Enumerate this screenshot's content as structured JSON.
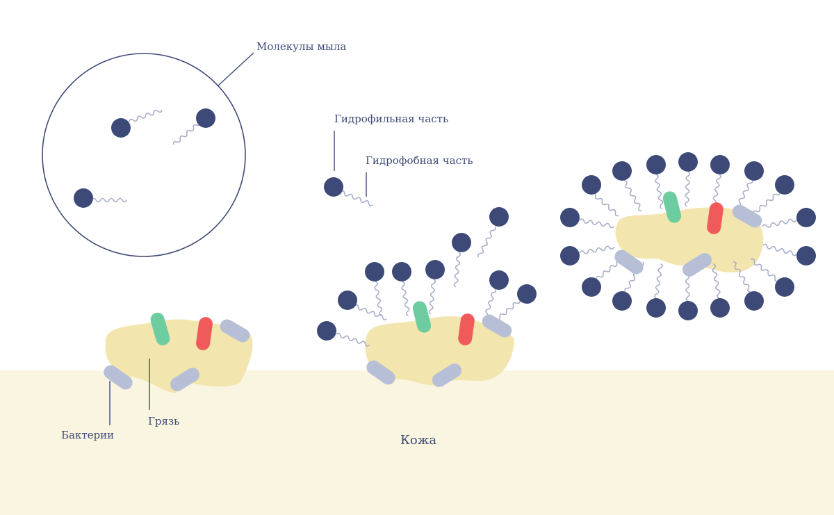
{
  "labels": {
    "soap_molecules": "Молекулы мыла",
    "hydrophilic": "Гидрофильная часть",
    "hydrophobic": "Гидрофобная часть",
    "bacteria": "Бактерии",
    "dirt": "Грязь",
    "skin": "Кожа"
  },
  "colors": {
    "skin": "#faf5e0",
    "dirt": "#f3e5ae",
    "molecule_head": "#3d4a78",
    "molecule_tail": "#a8aec9",
    "line": "#3d4a78",
    "bacteria_gray": "#b6bfd6",
    "bacteria_green": "#6dcca0",
    "bacteria_red": "#f05a5a"
  },
  "icons": [
    "soap-molecule-icon",
    "bacteria-icon",
    "dirt-blob-icon"
  ]
}
